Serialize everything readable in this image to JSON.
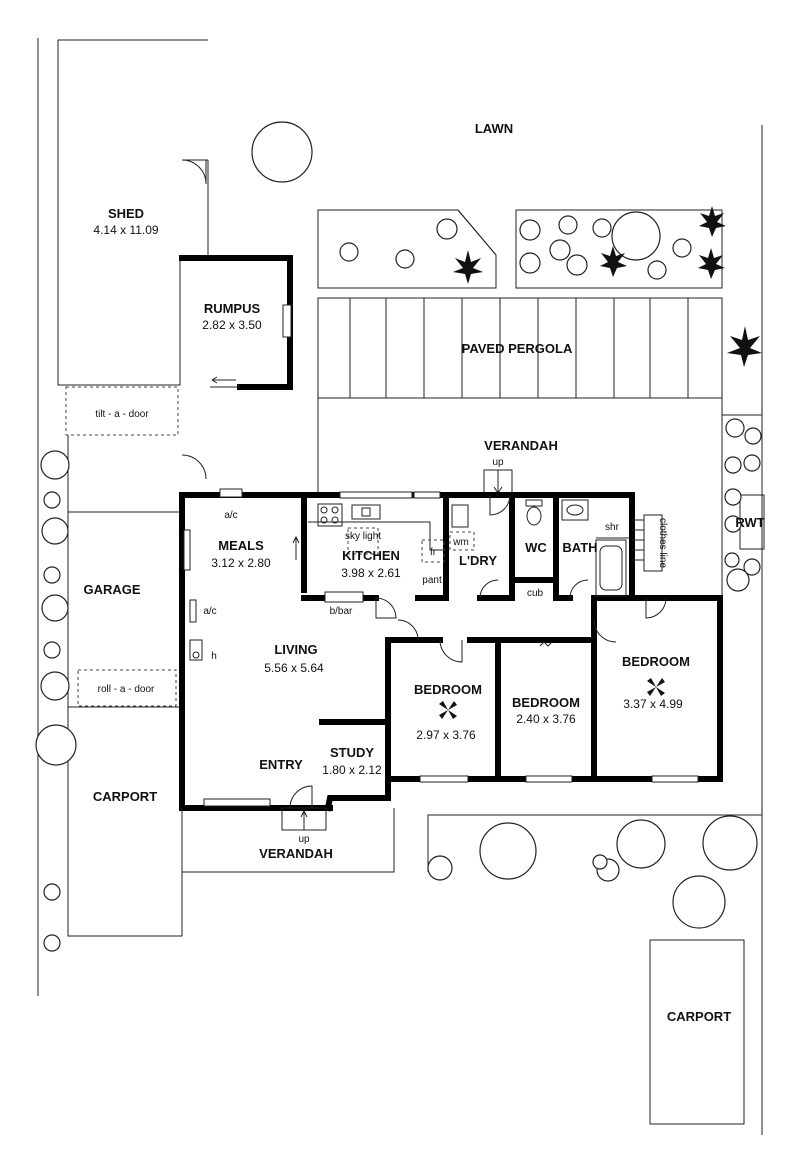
{
  "rooms": {
    "shed": {
      "name": "SHED",
      "dims": "4.14 x 11.09"
    },
    "rumpus": {
      "name": "RUMPUS",
      "dims": "2.82 x 3.50"
    },
    "meals": {
      "name": "MEALS",
      "dims": "3.12 x 2.80"
    },
    "kitchen": {
      "name": "KITCHEN",
      "dims": "3.98 x 2.61"
    },
    "living": {
      "name": "LIVING",
      "dims": "5.56 x 5.64"
    },
    "bedroom1": {
      "name": "BEDROOM",
      "dims": "2.97 x 3.76"
    },
    "bedroom2": {
      "name": "BEDROOM",
      "dims": "2.40 x 3.76"
    },
    "bedroom3": {
      "name": "BEDROOM",
      "dims": "3.37 x 4.99"
    },
    "study": {
      "name": "STUDY",
      "dims": "1.80 x 2.12"
    },
    "entry": {
      "name": "ENTRY"
    },
    "laundry": {
      "name": "L'DRY"
    },
    "wc": {
      "name": "WC"
    },
    "bath": {
      "name": "BATH"
    }
  },
  "outdoor": {
    "lawn": "LAWN",
    "paved_pergola": "PAVED PERGOLA",
    "verandah_rear": "VERANDAH",
    "verandah_front": "VERANDAH",
    "garage": "GARAGE",
    "carport_left": "CARPORT",
    "carport_right": "CARPORT",
    "rwt": "RWT",
    "tilt_door": "tilt - a - door",
    "roll_door": "roll - a - door",
    "clothes_line": "clothes line"
  },
  "fixtures": {
    "ac_top": "a/c",
    "ac_side": "a/c",
    "heater": "h",
    "breakfast_bar": "b/bar",
    "skylight": "sky light",
    "fridge": "fr",
    "pantry": "pant",
    "washing_machine": "wm",
    "cupboard": "cub",
    "shower": "shr",
    "up_rear": "up",
    "up_front": "up"
  }
}
